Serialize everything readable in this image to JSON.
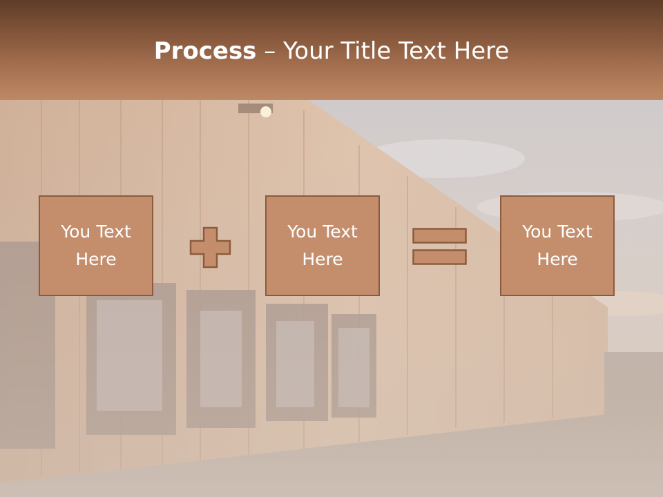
{
  "slide": {
    "title_strong": "Process",
    "title_rest": " – Your Title Text Here",
    "boxes": [
      {
        "text": "You Text Here"
      },
      {
        "text": "You Text Here"
      },
      {
        "text": "You Text Here"
      }
    ],
    "operators": [
      "plus-icon",
      "equals-icon"
    ],
    "colors": {
      "header_top": "#5e3c28",
      "header_bottom": "#bd8866",
      "box_fill": "#c48e6c",
      "box_border": "#8c5b3e",
      "text": "#ffffff"
    }
  }
}
